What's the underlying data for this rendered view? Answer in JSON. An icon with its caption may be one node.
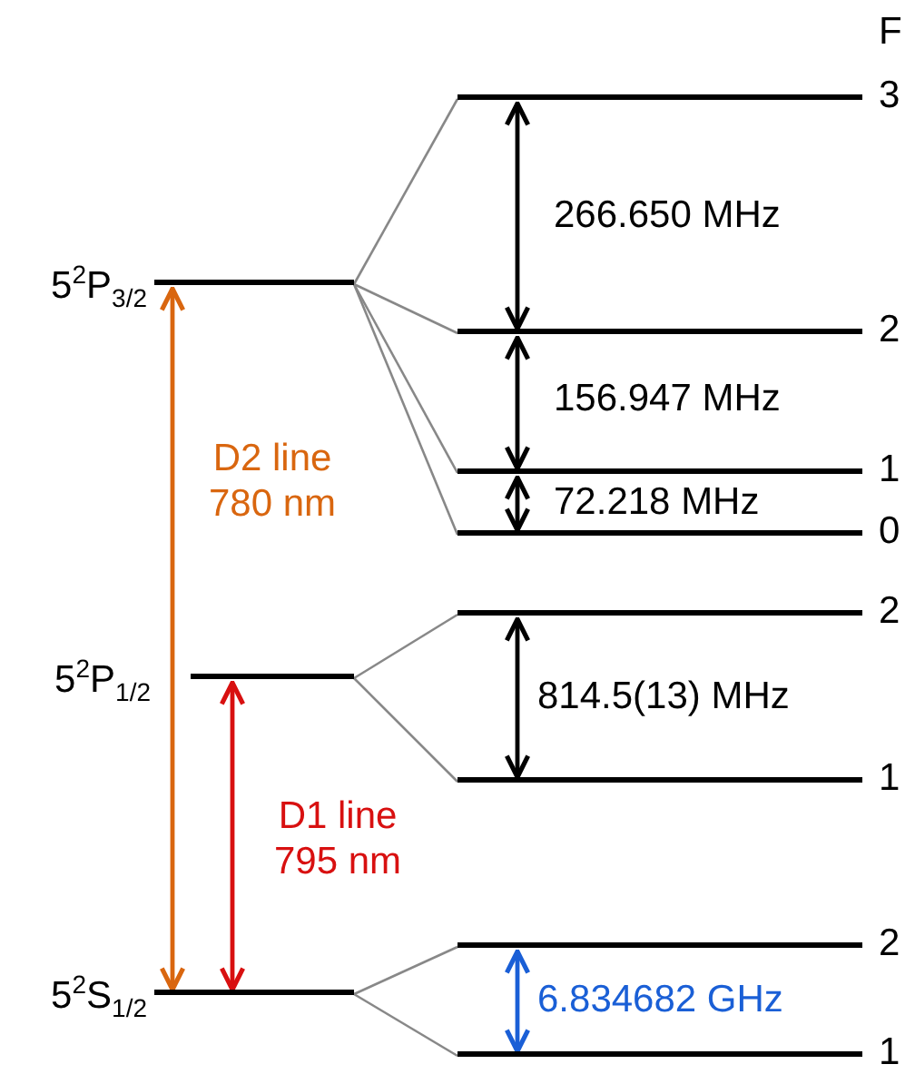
{
  "diagram": {
    "nodes": [
      {
        "text": [
          "3"
        ]
      },
      {
        "text": [
          "5$^{2}$P$_{3/2}$"
        ]
      },
      {
        "text": [
          "2"
        ]
      },
      {
        "text": [
          "1"
        ]
      },
      {
        "text": [
          "0"
        ]
      },
      {
        "text": [
          "2"
        ]
      },
      {
        "text": [
          "5$^{2}$P$_{1/2}$"
        ]
      },
      {
        "text": [
          "1"
        ]
      },
      {
        "text": [
          "2"
        ]
      },
      {
        "text": [
          "5$^{2}$S$_{1/2}$"
        ]
      },
      {
        "text": [
          "1"
        ]
      }
    ],
    "edges": [
      {
        "from": 1,
        "to": 0,
        "arrow": "none"
      },
      {
        "from": 1,
        "to": 2,
        "arrow": "none"
      },
      {
        "from": 1,
        "to": 3,
        "arrow": "none"
      },
      {
        "from": 1,
        "to": 4,
        "arrow": "none"
      },
      {
        "from": 0,
        "to": 2,
        "arrow": "both",
        "label": "266.650 MHz",
        "color": "#000000"
      },
      {
        "from": 2,
        "to": 3,
        "arrow": "both",
        "label": "156.947 MHz",
        "color": "#000000"
      },
      {
        "from": 3,
        "to": 4,
        "arrow": "both",
        "label": "72.218 MHz",
        "color": "#000000"
      },
      {
        "from": 6,
        "to": 5,
        "arrow": "none"
      },
      {
        "from": 6,
        "to": 7,
        "arrow": "none"
      },
      {
        "from": 5,
        "to": 7,
        "arrow": "both",
        "label": "814.5(13) MHz",
        "color": "#000000"
      },
      {
        "from": 9,
        "to": 8,
        "arrow": "none"
      },
      {
        "from": 9,
        "to": 10,
        "arrow": "none"
      },
      {
        "from": 8,
        "to": 10,
        "arrow": "both",
        "label": "6.834682 GHz",
        "color": "#1a5fd6"
      },
      {
        "from": 9,
        "to": 1,
        "arrow": "both",
        "label": "D2 line 780 nm",
        "color": "#d9660f"
      },
      {
        "from": 9,
        "to": 6,
        "arrow": "both",
        "label": "D1 line 795 nm",
        "color": "#d81010"
      }
    ],
    "labels": [
      "F"
    ]
  }
}
